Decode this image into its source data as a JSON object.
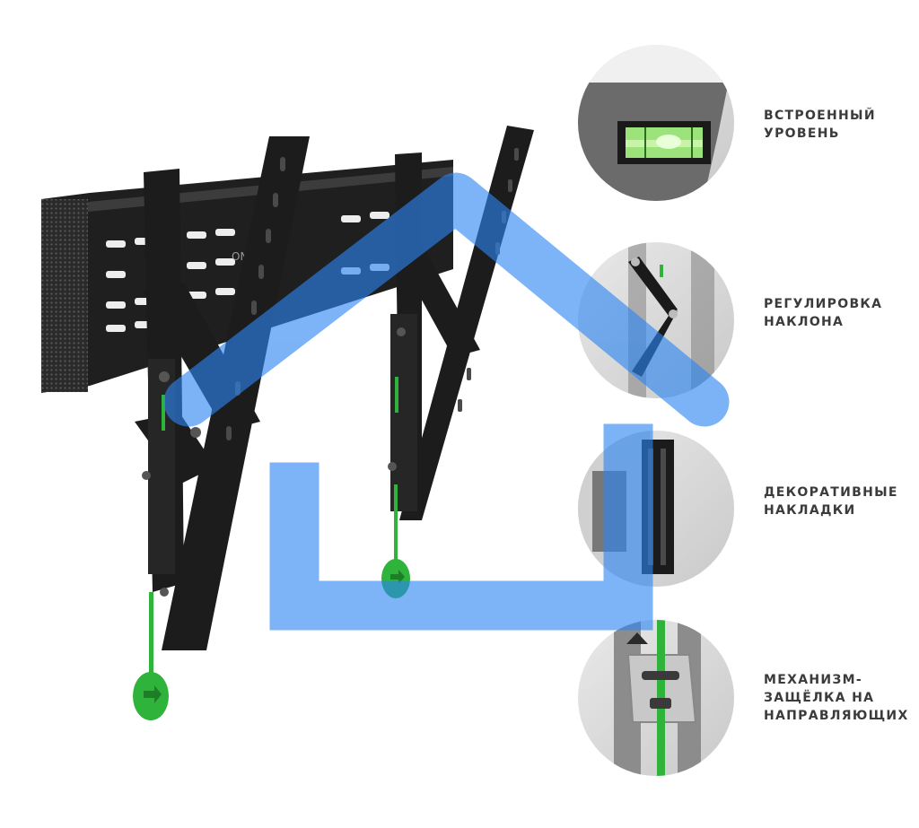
{
  "features": [
    {
      "lines": [
        "ВСТРОЕННЫЙ",
        "УРОВЕНЬ"
      ],
      "icon": "bubble-level-icon"
    },
    {
      "lines": [
        "РЕГУЛИРОВКА",
        "НАКЛОНА"
      ],
      "icon": "tilt-arm-icon"
    },
    {
      "lines": [
        "ДЕКОРАТИВНЫЕ",
        "НАКЛАДКИ"
      ],
      "icon": "cover-plate-icon"
    },
    {
      "lines": [
        "МЕХАНИЗМ-",
        "ЗАЩЁЛКА НА",
        "НАПРАВЛЯЮЩИХ"
      ],
      "icon": "rail-latch-icon"
    }
  ],
  "product": {
    "brand_mark": "ON",
    "colors": {
      "metal": "#1e1e1e",
      "metal_highlight": "#4a4a4a",
      "accent_green": "#2fb33a",
      "overlay_blue": "#2b86f2",
      "detail_bg": "#d9d9d9"
    }
  },
  "overlay": {
    "icon": "home-icon"
  }
}
